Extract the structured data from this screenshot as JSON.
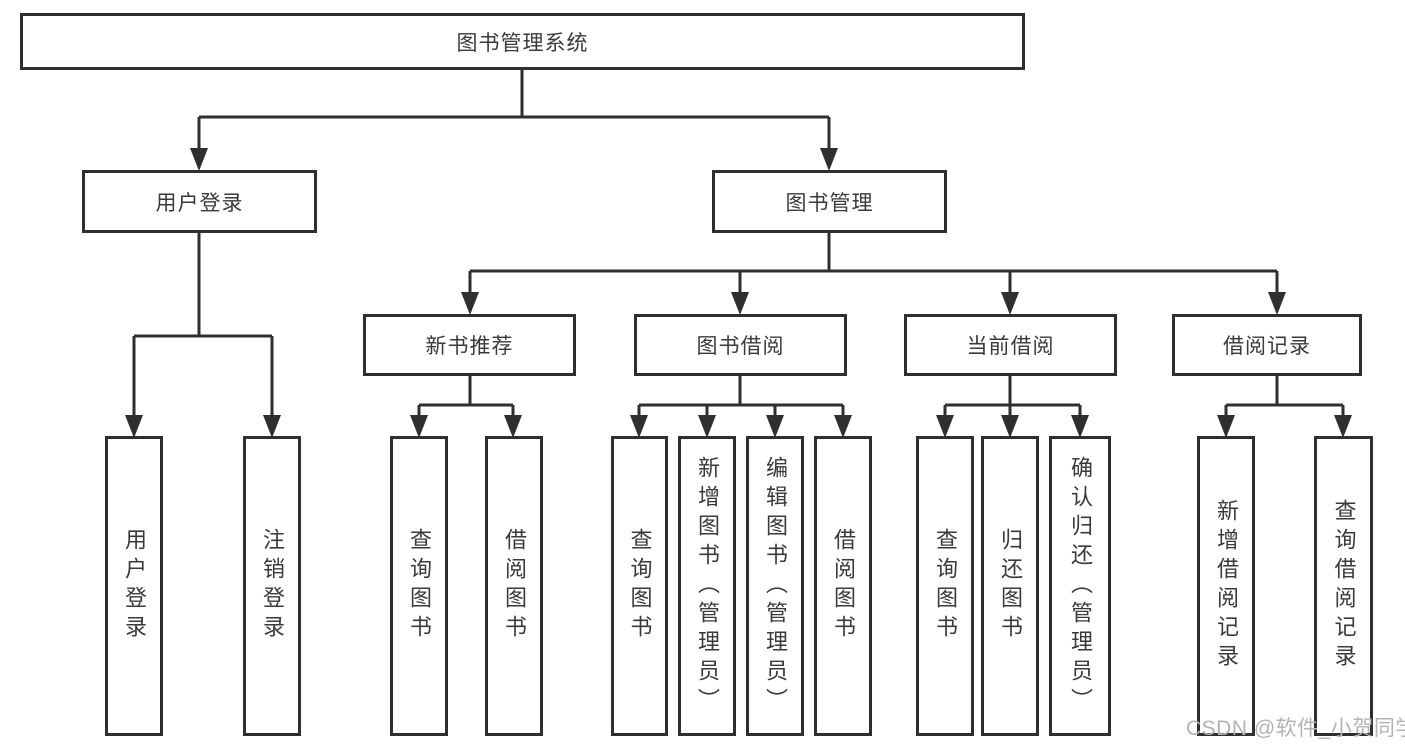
{
  "title": "图书管理系统",
  "branches": [
    {
      "label": "用户登录",
      "children": [
        {
          "label": "用户登录"
        },
        {
          "label": "注销登录"
        }
      ]
    },
    {
      "label": "图书管理",
      "children": [
        {
          "label": "新书推荐",
          "children": [
            {
              "label": "查询图书"
            },
            {
              "label": "借阅图书"
            }
          ]
        },
        {
          "label": "图书借阅",
          "children": [
            {
              "label": "查询图书"
            },
            {
              "label": "新增图书（管理员）"
            },
            {
              "label": "编辑图书（管理员）"
            },
            {
              "label": "借阅图书"
            }
          ]
        },
        {
          "label": "当前借阅",
          "children": [
            {
              "label": "查询图书"
            },
            {
              "label": "归还图书"
            },
            {
              "label": "确认归还（管理员）"
            }
          ]
        },
        {
          "label": "借阅记录",
          "children": [
            {
              "label": "新增借阅记录"
            },
            {
              "label": "查询借阅记录"
            }
          ]
        }
      ]
    }
  ],
  "watermark": "CSDN @软件_小贺同学",
  "colors": {
    "line": "#2f2f2f",
    "box_border": "#2f2f2f",
    "text": "#3a3a3a",
    "watermark": "#b3b3b3",
    "background": "#ffffff"
  }
}
